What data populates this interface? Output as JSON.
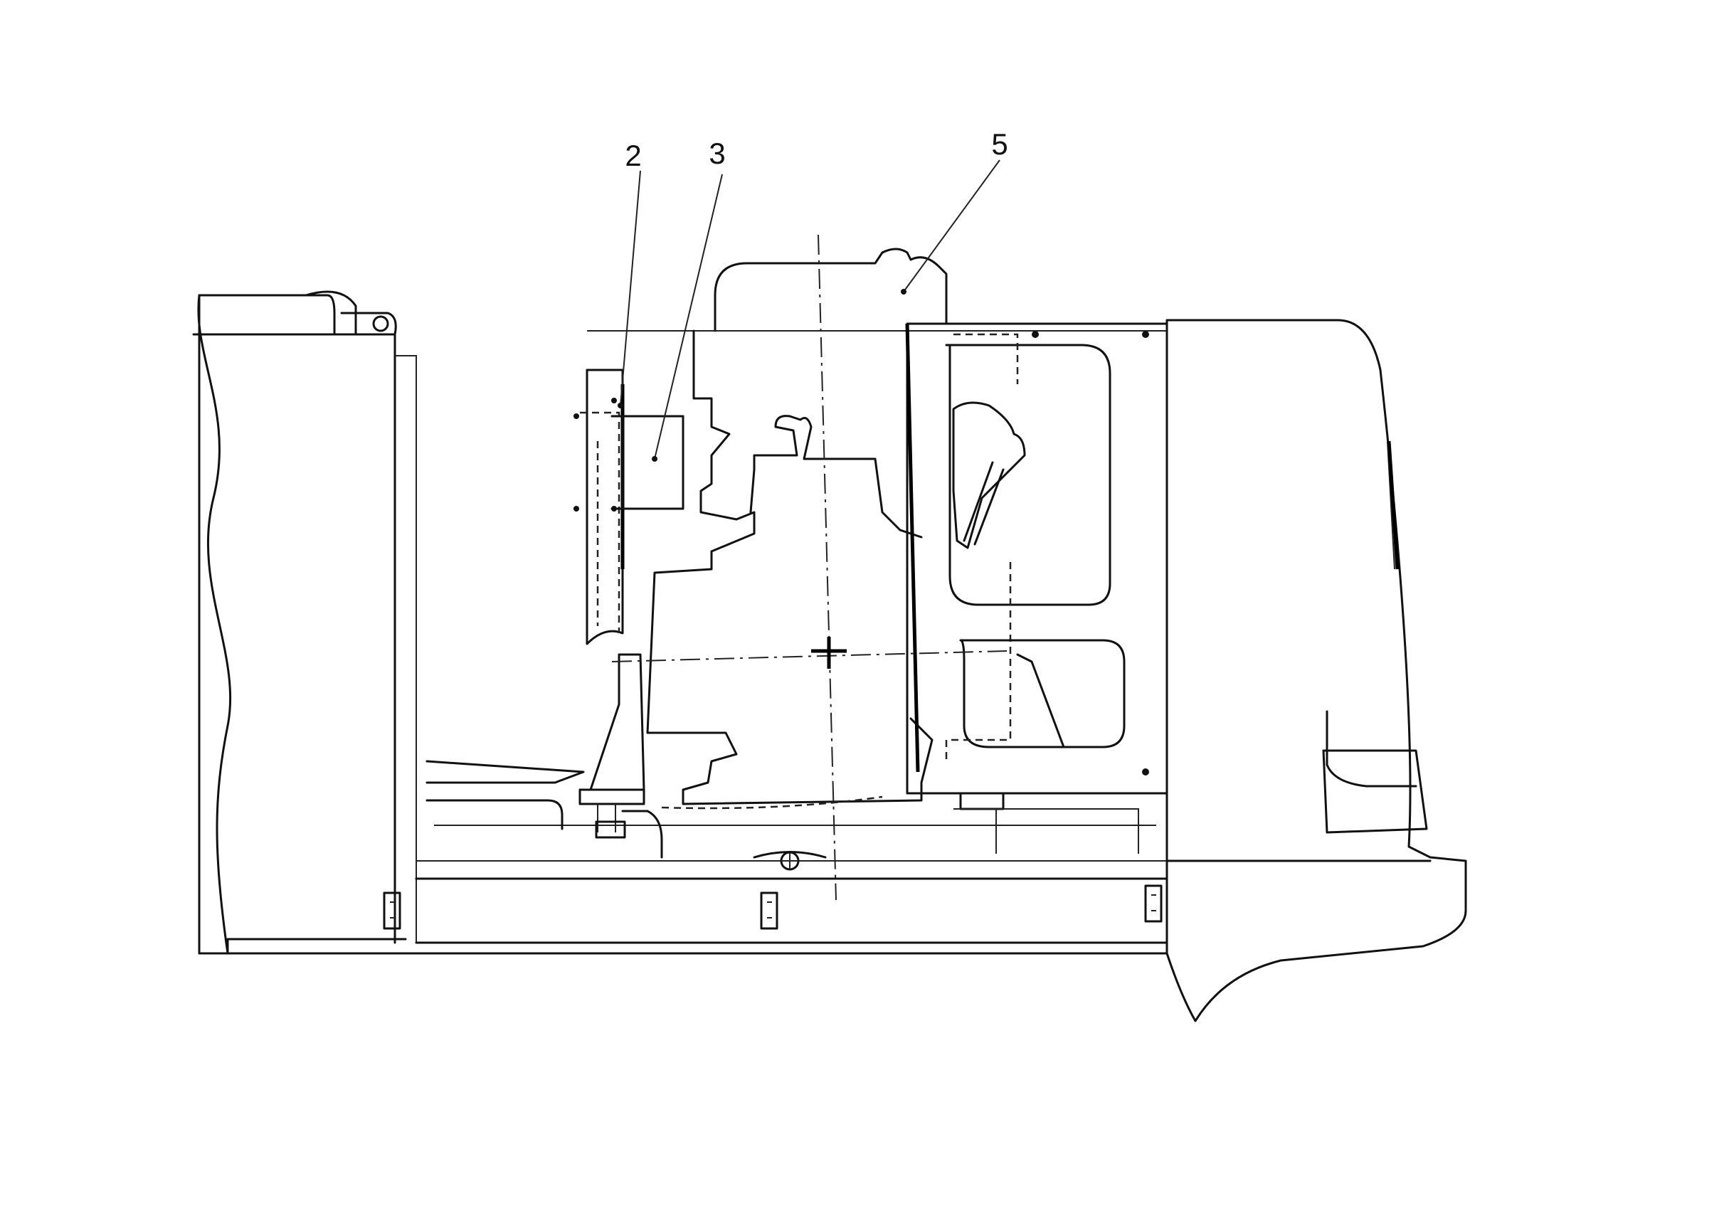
{
  "callouts": [
    {
      "id": "2",
      "label": "2"
    },
    {
      "id": "3",
      "label": "3"
    },
    {
      "id": "5",
      "label": "5"
    }
  ],
  "colors": {
    "ink": "#111111",
    "paper": "#ffffff"
  }
}
